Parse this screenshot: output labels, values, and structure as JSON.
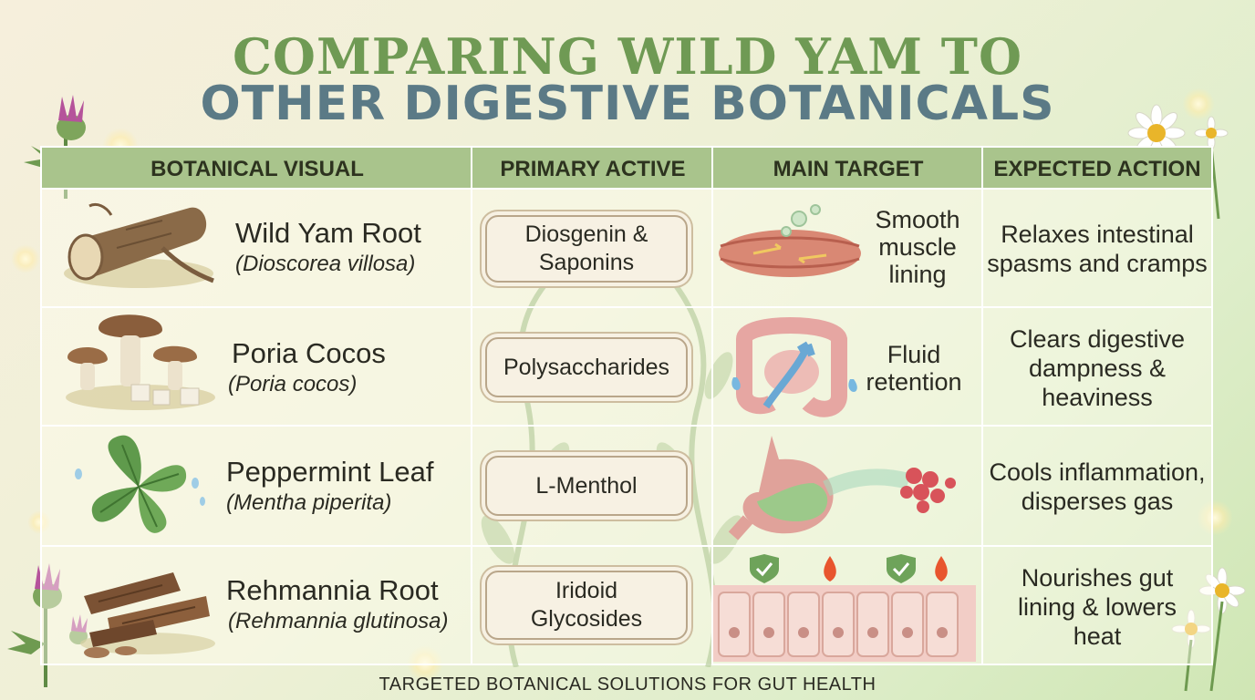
{
  "title": {
    "line1": "COMPARING WILD YAM TO",
    "line2": "OTHER DIGESTIVE BOTANICALS"
  },
  "headers": [
    "BOTANICAL VISUAL",
    "PRIMARY ACTIVE",
    "MAIN TARGET",
    "EXPECTED ACTION"
  ],
  "rows": [
    {
      "name": "Wild Yam Root",
      "scientific": "(Dioscorea villosa)",
      "active": [
        "Diosgenin &",
        "Saponins"
      ],
      "target": [
        "Smooth",
        "muscle",
        "lining"
      ],
      "action": [
        "Relaxes intestinal",
        "spasms and cramps"
      ]
    },
    {
      "name": "Poria Cocos",
      "scientific": "(Poria cocos)",
      "active": [
        "Polysaccharides"
      ],
      "target": [
        "Fluid",
        "retention"
      ],
      "action": [
        "Clears digestive",
        "dampness &",
        "heaviness"
      ]
    },
    {
      "name": "Peppermint Leaf",
      "scientific": "(Mentha piperita)",
      "active": [
        "L-Menthol"
      ],
      "target": [],
      "action": [
        "Cools inflammation,",
        "disperses gas"
      ]
    },
    {
      "name": "Rehmannia Root",
      "scientific": "(Rehmannia glutinosa)",
      "active": [
        "Iridoid",
        "Glycosides"
      ],
      "target": [],
      "action": [
        "Nourishes gut",
        "lining & lowers",
        "heat"
      ]
    }
  ],
  "footer": "TARGETED BOTANICAL SOLUTIONS FOR GUT HEALTH",
  "icons": [
    "thistle-icon",
    "chamomile-icon",
    "yam-root-icon",
    "mushroom-icon",
    "mint-leaf-icon",
    "rehmannia-root-icon",
    "smooth-muscle-icon",
    "intestine-icon",
    "stomach-icon",
    "gut-lining-icon"
  ],
  "colors": {
    "title_green": "#6f9a54",
    "title_blue": "#5b7a86",
    "header_green": "#a9c48c"
  }
}
